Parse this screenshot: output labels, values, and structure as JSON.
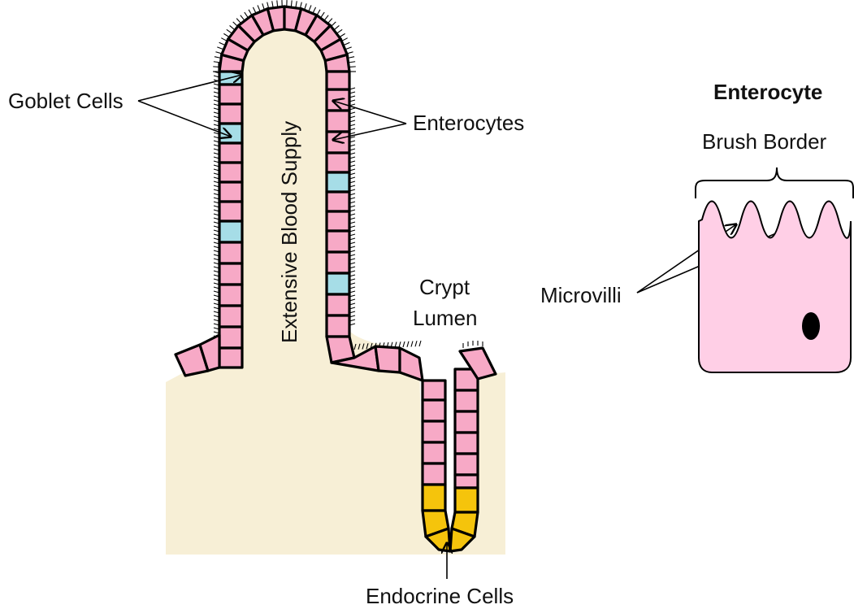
{
  "labels": {
    "goblet_cells": "Goblet Cells",
    "enterocytes": "Enterocytes",
    "blood_supply": "Extensive Blood Supply",
    "crypt_lumen_line1": "Crypt",
    "crypt_lumen_line2": "Lumen",
    "endocrine_cells": "Endocrine Cells",
    "enterocyte_title": "Enterocyte",
    "brush_border": "Brush Border",
    "microvilli": "Microvilli"
  },
  "colors": {
    "stroma": "#f7efd6",
    "enterocyte": "#f7a9c6",
    "goblet": "#a6dde7",
    "endocrine": "#f5c40c",
    "cell_body": "#ffcfe6",
    "outline": "#000000"
  }
}
